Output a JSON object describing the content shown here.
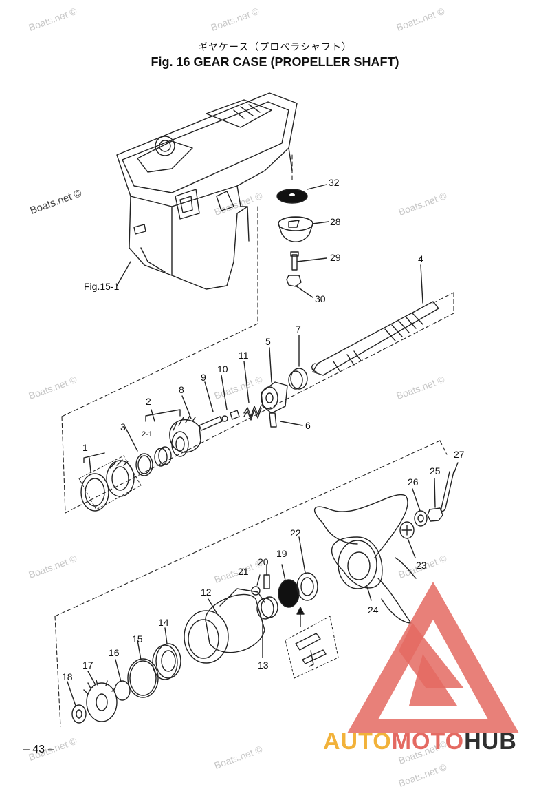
{
  "header": {
    "title_jp": "ギヤケース（プロペラシャフト）",
    "title_en": "Fig. 16    GEAR CASE (PROPELLER SHAFT)"
  },
  "watermarks": [
    "Boats.net ©",
    "Boats.net ©",
    "Boats.net ©",
    "Boats.net ©",
    "Boats.net ©",
    "Boats.net ©",
    "Boats.net ©",
    "Boats.net ©",
    "Boats.net ©",
    "Boats.net ©",
    "Boats.net ©",
    "Boats.net ©",
    "Boats.net ©",
    "Boats.net ©",
    "Boats.net ©",
    "Boats.net ©"
  ],
  "reference": "Fig.15-1",
  "callouts": [
    "1",
    "2",
    "2-1",
    "3",
    "4",
    "5",
    "6",
    "7",
    "8",
    "9",
    "10",
    "11",
    "12",
    "13",
    "14",
    "15",
    "16",
    "17",
    "18",
    "19",
    "20",
    "21",
    "22",
    "23",
    "24",
    "25",
    "26",
    "27",
    "28",
    "29",
    "30",
    "32"
  ],
  "page_number": "– 43 –",
  "brand": {
    "part1": "AUTO",
    "part2": "MOTO",
    "part3": "HUB"
  },
  "colors": {
    "brand_red": "#e46a62",
    "brand_orange": "#f2b23a",
    "brand_dark": "#2f2f2f",
    "watermark": "#c8c8c8"
  }
}
